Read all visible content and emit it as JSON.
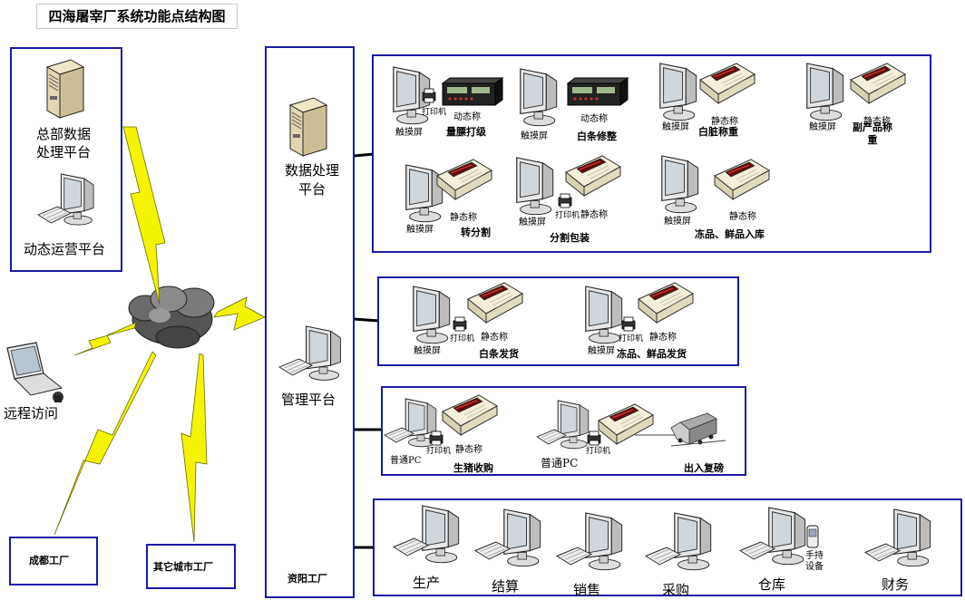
{
  "title": "四海屠宰厂系统功能点结构图",
  "hq": {
    "server_label": "总部数据\n处理平台",
    "ops_label": "动态运营平台"
  },
  "remote_label": "远程访问",
  "chengdu_label": "成都工厂",
  "other_label": "其它城市工厂",
  "central": {
    "server_label": "数据处理\n平台",
    "mgmt_label": "管理平台",
    "factory_label": "资阳工厂"
  },
  "section1": {
    "units": [
      {
        "touch": "触摸屏",
        "printer": "打印机",
        "scale": "动态称",
        "name": "量膘打级"
      },
      {
        "touch": "触摸屏",
        "scale": "动态称",
        "name": "白条修整"
      },
      {
        "touch": "触摸屏",
        "scale": "静态称",
        "name": "白脏称重"
      },
      {
        "touch": "触摸屏",
        "scale": "静态称",
        "name": "副产品称\n重"
      },
      {
        "touch": "触摸屏",
        "scale": "静态称",
        "name": "转分割"
      },
      {
        "touch": "触摸屏",
        "printer": "打印机",
        "scale": "静态称",
        "name": "分割包装"
      },
      {
        "touch": "触摸屏",
        "scale": "静态称",
        "name": "冻品、鲜品入库"
      }
    ]
  },
  "section2": {
    "units": [
      {
        "touch": "触摸屏",
        "printer": "打印机",
        "scale": "静态称",
        "name": "白条发货"
      },
      {
        "touch": "触摸屏",
        "printer": "打印机",
        "scale": "静态称",
        "name": "冻品、鲜品发货"
      }
    ]
  },
  "section3": {
    "units": [
      {
        "pc": "普通PC",
        "printer": "打印机",
        "scale": "静态称",
        "name": "生猪收购"
      },
      {
        "pc": "普通PC",
        "printer": "打印机",
        "name": "出入复磅"
      }
    ]
  },
  "section4": {
    "items": [
      "生产",
      "结算",
      "销售",
      "采购",
      "仓库",
      "财务"
    ],
    "handheld": "手持\n设备"
  },
  "colors": {
    "box_border": "#1a1aa6",
    "lightning": "#f4f400",
    "cloud": "#555555"
  }
}
